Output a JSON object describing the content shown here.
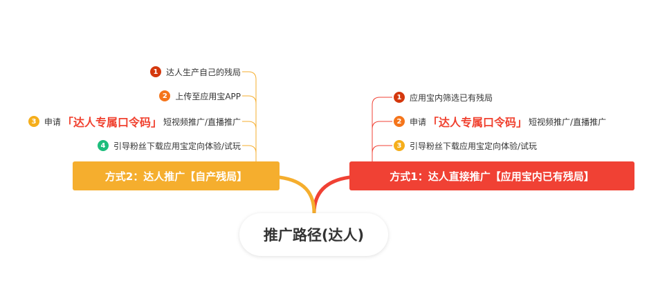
{
  "root": {
    "label": "推广路径(达人)"
  },
  "branches": [
    {
      "label": "方式1：达人直接推广【应用宝内已有残局】",
      "color": "#f04134",
      "items": [
        {
          "num": "1",
          "text": "应用宝内筛选已有残局"
        },
        {
          "num": "2",
          "pre": "申请",
          "highlight": "「达人专属口令码」",
          "post": "短视频推广/直播推广"
        },
        {
          "num": "3",
          "text": "引导粉丝下载应用宝定向体验/试玩"
        }
      ]
    },
    {
      "label": "方式2：达人推广【自产残局】",
      "color": "#f5ae2e",
      "items": [
        {
          "num": "1",
          "text": "达人生产自己的残局"
        },
        {
          "num": "2",
          "text": "上传至应用宝APP"
        },
        {
          "num": "3",
          "pre": "申请",
          "highlight": "「达人专属口令码」",
          "post": "短视频推广/直播推广"
        },
        {
          "num": "4",
          "text": "引导粉丝下载应用宝定向体验/试玩"
        }
      ]
    }
  ],
  "colors": {
    "badge_1": "#d4380d",
    "badge_2": "#f5751b",
    "badge_3": "#f5ae1b",
    "badge_4": "#1dbd7c",
    "highlight": "#f0402e"
  }
}
